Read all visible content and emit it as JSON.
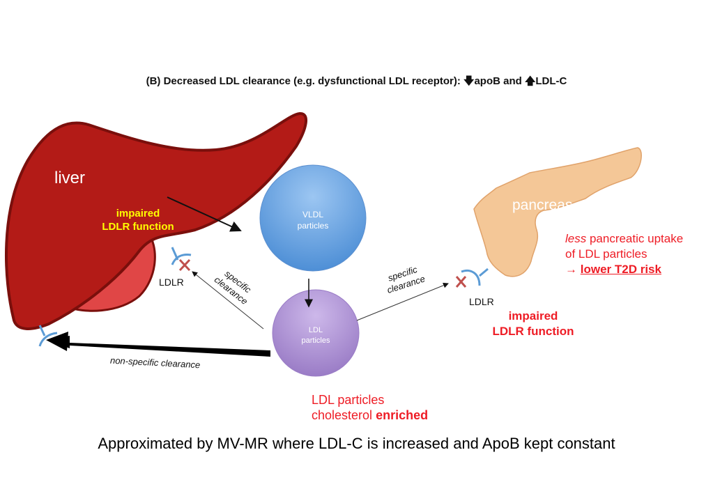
{
  "title": {
    "prefix": "(B) Decreased LDL clearance (e.g. dysfunctional LDL receptor): ",
    "down_arrow_icon": "down-arrow-icon",
    "apob": "apoB and ",
    "up_arrow_icon": "up-arrow-icon",
    "ldlc": "LDL-C"
  },
  "liver": {
    "label": "liver",
    "annotation_line1": "impaired",
    "annotation_line2": "LDLR function",
    "receptor_label": "LDLR",
    "colors": {
      "fill": "#b31b17",
      "outline": "#7a0f0c",
      "gallbladder": "#e04646"
    }
  },
  "vldl": {
    "line1": "VLDL",
    "line2": "particles",
    "color": "#5b9bd5"
  },
  "ldl": {
    "line1": "LDL",
    "line2": "particles",
    "color": "#a98bd0"
  },
  "arrows": {
    "specific_clearance_liver_line1": "specific",
    "specific_clearance_liver_line2": "clearance",
    "specific_clearance_pancreas_line1": "specific",
    "specific_clearance_pancreas_line2": "clearance",
    "non_specific_clearance": "non-specific clearance"
  },
  "pancreas": {
    "label": "pancreas",
    "receptor_label": "LDLR",
    "annotation_line1": "impaired",
    "annotation_line2": "LDLR function",
    "effect_italic": "less",
    "effect_line1_rest": " pancreatic uptake",
    "effect_line2": "of LDL particles",
    "effect_arrow": "→ ",
    "effect_line3": "lower T2D risk",
    "color": "#f4c797"
  },
  "ldl_note": {
    "line1": "LDL particles",
    "line2_normal": "cholesterol ",
    "line2_bold": "enriched"
  },
  "caption": "Approximated by MV-MR where LDL-C is increased and ApoB kept constant",
  "colors": {
    "annotation_red": "#ee1c25",
    "receptor_blue": "#5b9bd5",
    "blocked_x": "#c0504d"
  }
}
